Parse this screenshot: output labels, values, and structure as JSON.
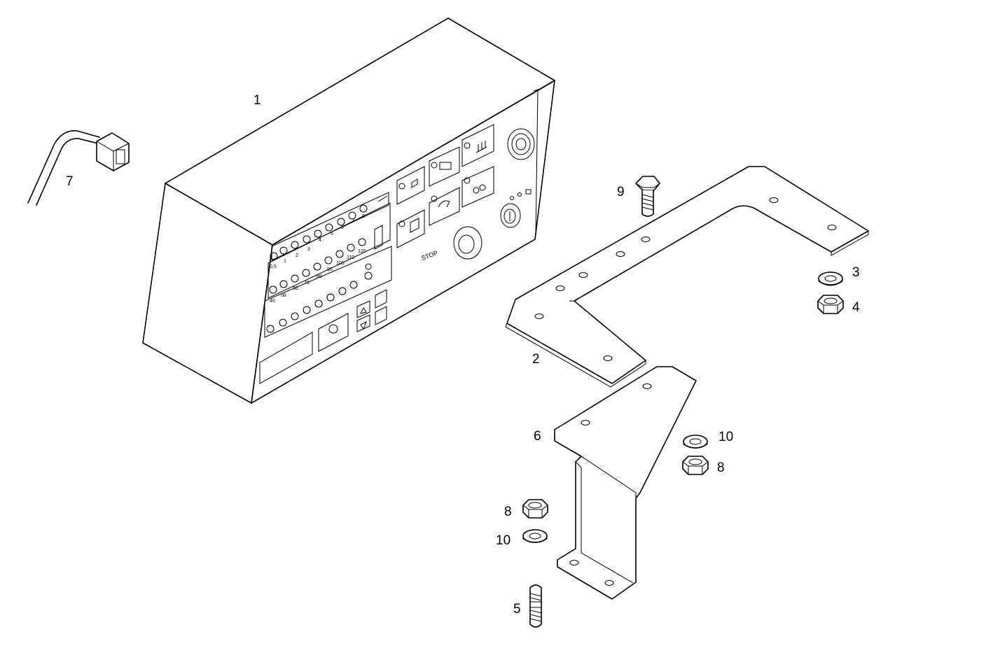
{
  "callouts": {
    "c1": "1",
    "c2": "2",
    "c3": "3",
    "c4": "4",
    "c5": "5",
    "c6": "6",
    "c7": "7",
    "c8a": "8",
    "c8b": "8",
    "c9": "9",
    "c10a": "10",
    "c10b": "10"
  },
  "panel": {
    "stop_label": "STOP",
    "row1_labels": [
      "0,5",
      "1",
      "2",
      "3",
      "4",
      "5",
      "6",
      "7",
      "8"
    ],
    "row2_labels": [
      "40",
      "50",
      "60",
      "70",
      "80",
      "90",
      "100",
      "110",
      "120"
    ]
  }
}
